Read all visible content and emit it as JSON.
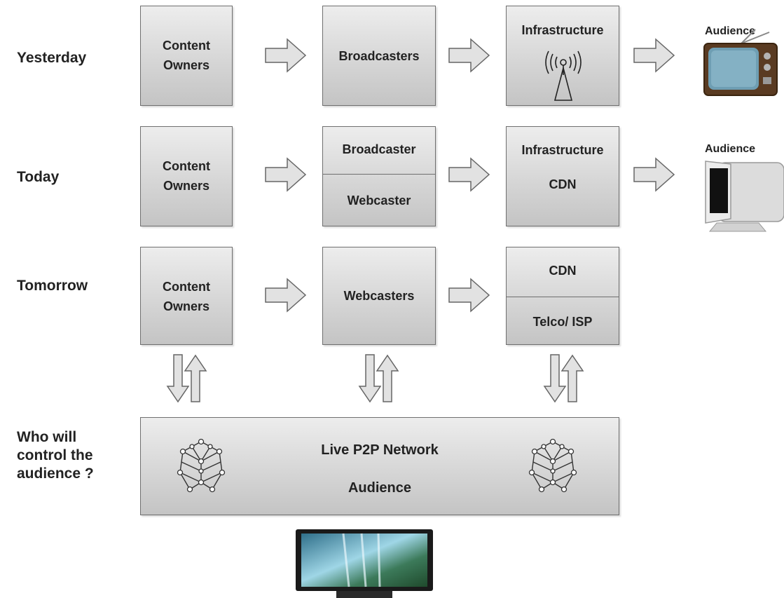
{
  "rows": {
    "yesterday": "Yesterday",
    "today": "Today",
    "tomorrow": "Tomorrow",
    "question": [
      "Who will",
      "control the",
      "audience ?"
    ]
  },
  "yesterday": {
    "content_owners": [
      "Content",
      "Owners"
    ],
    "broadcasters": "Broadcasters",
    "infrastructure": "Infrastructure",
    "audience": "Audience"
  },
  "today": {
    "content_owners": [
      "Content",
      "Owners"
    ],
    "broadcaster": "Broadcaster",
    "webcaster": "Webcaster",
    "infrastructure": "Infrastructure",
    "cdn": "CDN",
    "audience": "Audience"
  },
  "tomorrow": {
    "content_owners": [
      "Content",
      "Owners"
    ],
    "webcasters": "Webcasters",
    "cdn": "CDN",
    "telco": "Telco/ ISP"
  },
  "p2p": {
    "title": "Live P2P Network",
    "subtitle": "Audience"
  },
  "icons": {
    "antenna": "antenna-icon",
    "tv": "crt-television-icon",
    "monitor": "crt-monitor-icon",
    "flat_tv": "flat-screen-tv-icon",
    "network": "p2p-network-cube-icon",
    "arrow_right": "right-arrow-icon",
    "arrows_updown": "down-up-arrows-icon"
  },
  "colors": {
    "box_top": "#ededed",
    "box_bottom": "#c4c4c4",
    "border": "#6f6f6f",
    "arrow_fill": "#e2e2e2"
  }
}
